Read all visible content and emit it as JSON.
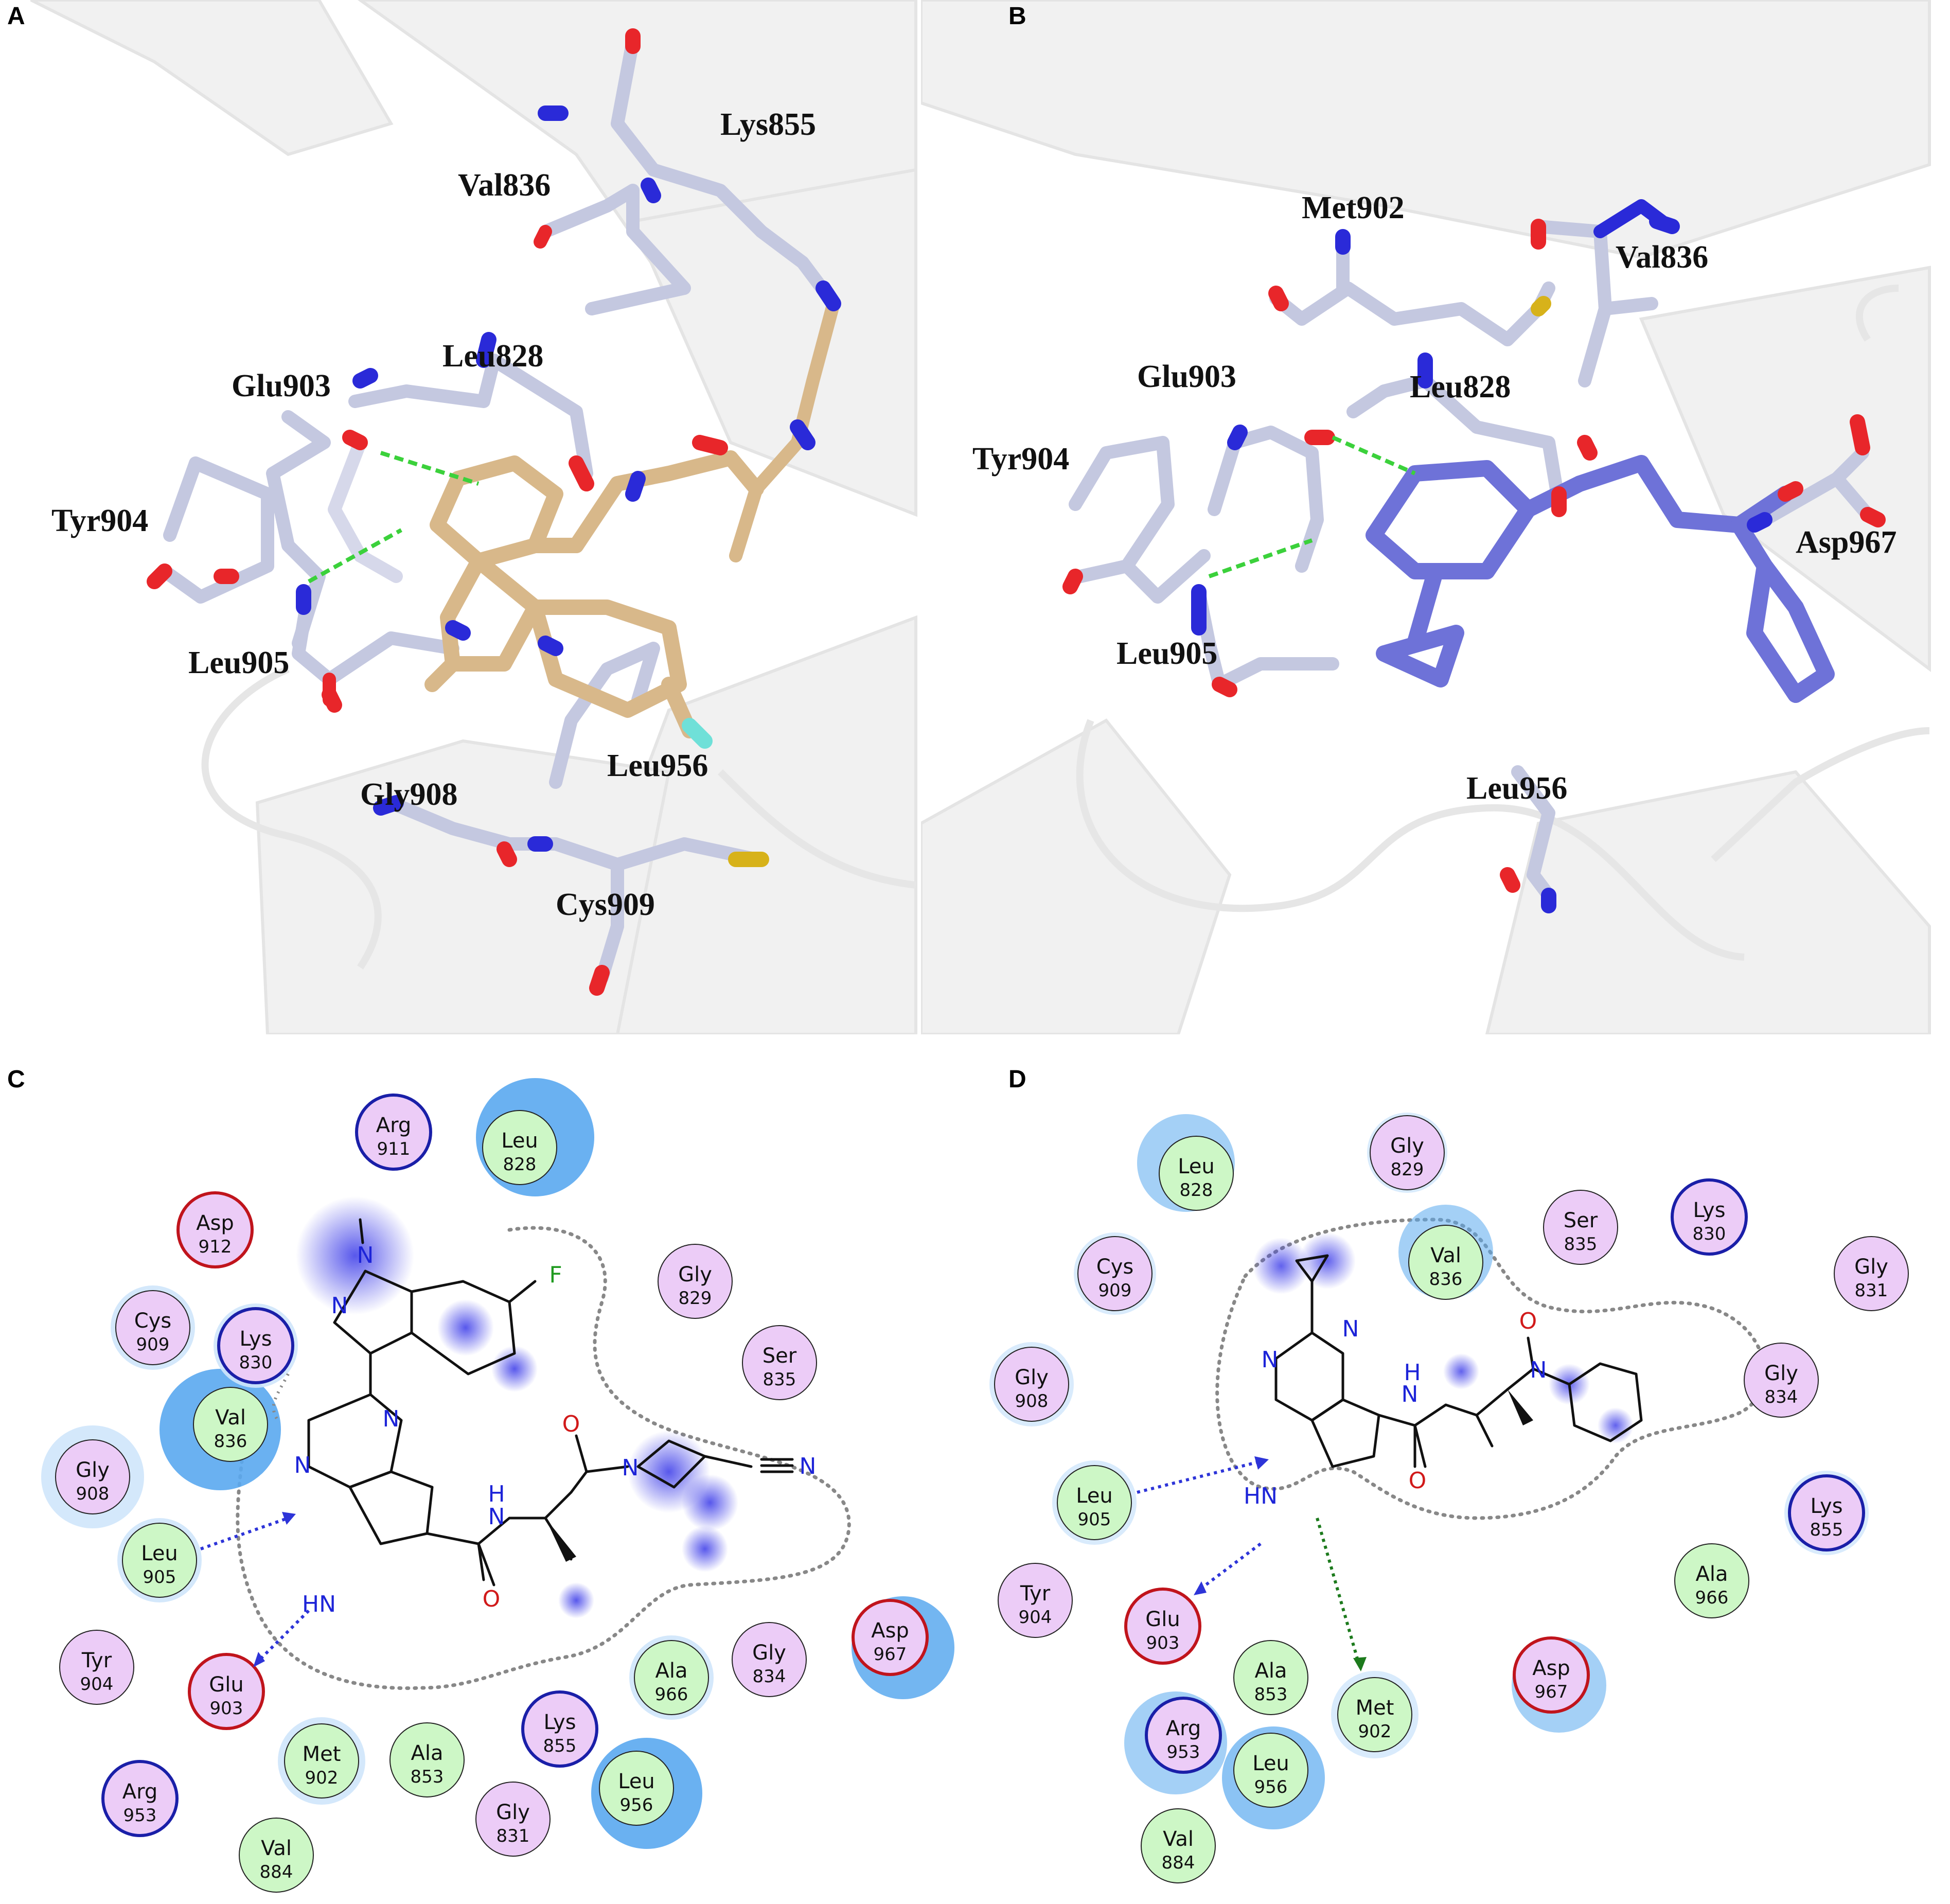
{
  "colors": {
    "hydrophobic": "#cdf7c6",
    "polar": "#ecccf7",
    "acidic_ring": "#c0141c",
    "basic_ring": "#1a1fa8",
    "exposure_halo": "#5aa9ef",
    "ligand_A": "#d8b88a",
    "ligand_B": "#6e72d8",
    "residue_carbon": "#c4c8e0",
    "oxygen": "#e8262a",
    "nitrogen": "#2a2ad8",
    "sulfur": "#d7b21a",
    "fluorine": "#6fe0d8",
    "hbond_3d": "#3bd13b",
    "hbond_2d": "#2d34d8",
    "hbond_2d_green": "#1c7a1c",
    "cartoon": "#eeeeee"
  },
  "panels": {
    "A": {
      "letter": "A",
      "labels": [
        "Lys855",
        "Val836",
        "Leu828",
        "Glu903",
        "Tyr904",
        "Leu905",
        "Leu956",
        "Gly908",
        "Cys909"
      ]
    },
    "B": {
      "letter": "B",
      "labels": [
        "Met902",
        "Val836",
        "Glu903",
        "Leu828",
        "Tyr904",
        "Asp967",
        "Leu905",
        "Leu956"
      ]
    },
    "C": {
      "letter": "C",
      "residues": [
        {
          "name": "Arg",
          "num": "911",
          "type": "polar",
          "ring": "basic"
        },
        {
          "name": "Leu",
          "num": "828",
          "type": "hydrophobic",
          "ring": "none"
        },
        {
          "name": "Asp",
          "num": "912",
          "type": "polar",
          "ring": "acidic"
        },
        {
          "name": "Cys",
          "num": "909",
          "type": "polar",
          "ring": "none"
        },
        {
          "name": "Lys",
          "num": "830",
          "type": "polar",
          "ring": "basic"
        },
        {
          "name": "Val",
          "num": "836",
          "type": "hydrophobic",
          "ring": "none"
        },
        {
          "name": "Gly",
          "num": "908",
          "type": "polar",
          "ring": "none"
        },
        {
          "name": "Gly",
          "num": "829",
          "type": "polar",
          "ring": "none"
        },
        {
          "name": "Ser",
          "num": "835",
          "type": "polar",
          "ring": "none"
        },
        {
          "name": "Leu",
          "num": "905",
          "type": "hydrophobic",
          "ring": "none"
        },
        {
          "name": "Tyr",
          "num": "904",
          "type": "polar",
          "ring": "none"
        },
        {
          "name": "Glu",
          "num": "903",
          "type": "polar",
          "ring": "acidic"
        },
        {
          "name": "Asp",
          "num": "967",
          "type": "polar",
          "ring": "acidic"
        },
        {
          "name": "Gly",
          "num": "834",
          "type": "polar",
          "ring": "none"
        },
        {
          "name": "Ala",
          "num": "966",
          "type": "hydrophobic",
          "ring": "none"
        },
        {
          "name": "Met",
          "num": "902",
          "type": "hydrophobic",
          "ring": "none"
        },
        {
          "name": "Ala",
          "num": "853",
          "type": "hydrophobic",
          "ring": "none"
        },
        {
          "name": "Lys",
          "num": "855",
          "type": "polar",
          "ring": "basic"
        },
        {
          "name": "Leu",
          "num": "956",
          "type": "hydrophobic",
          "ring": "none"
        },
        {
          "name": "Arg",
          "num": "953",
          "type": "polar",
          "ring": "basic"
        },
        {
          "name": "Val",
          "num": "884",
          "type": "hydrophobic",
          "ring": "none"
        },
        {
          "name": "Gly",
          "num": "831",
          "type": "polar",
          "ring": "none"
        }
      ],
      "atoms": [
        "N",
        "N",
        "F",
        "N",
        "N",
        "HN",
        "H",
        "N",
        "O",
        "O",
        "N",
        "N"
      ]
    },
    "D": {
      "letter": "D",
      "residues": [
        {
          "name": "Leu",
          "num": "828",
          "type": "hydrophobic",
          "ring": "none"
        },
        {
          "name": "Gly",
          "num": "829",
          "type": "polar",
          "ring": "none"
        },
        {
          "name": "Cys",
          "num": "909",
          "type": "polar",
          "ring": "none"
        },
        {
          "name": "Val",
          "num": "836",
          "type": "hydrophobic",
          "ring": "none"
        },
        {
          "name": "Ser",
          "num": "835",
          "type": "polar",
          "ring": "none"
        },
        {
          "name": "Lys",
          "num": "830",
          "type": "polar",
          "ring": "basic"
        },
        {
          "name": "Gly",
          "num": "831",
          "type": "polar",
          "ring": "none"
        },
        {
          "name": "Gly",
          "num": "908",
          "type": "polar",
          "ring": "none"
        },
        {
          "name": "Gly",
          "num": "834",
          "type": "polar",
          "ring": "none"
        },
        {
          "name": "Leu",
          "num": "905",
          "type": "hydrophobic",
          "ring": "none"
        },
        {
          "name": "Lys",
          "num": "855",
          "type": "polar",
          "ring": "basic"
        },
        {
          "name": "Tyr",
          "num": "904",
          "type": "polar",
          "ring": "none"
        },
        {
          "name": "Glu",
          "num": "903",
          "type": "polar",
          "ring": "acidic"
        },
        {
          "name": "Ala",
          "num": "966",
          "type": "hydrophobic",
          "ring": "none"
        },
        {
          "name": "Ala",
          "num": "853",
          "type": "hydrophobic",
          "ring": "none"
        },
        {
          "name": "Asp",
          "num": "967",
          "type": "polar",
          "ring": "acidic"
        },
        {
          "name": "Arg",
          "num": "953",
          "type": "polar",
          "ring": "basic"
        },
        {
          "name": "Met",
          "num": "902",
          "type": "hydrophobic",
          "ring": "none"
        },
        {
          "name": "Leu",
          "num": "956",
          "type": "hydrophobic",
          "ring": "none"
        },
        {
          "name": "Val",
          "num": "884",
          "type": "hydrophobic",
          "ring": "none"
        }
      ],
      "atoms": [
        "N",
        "N",
        "HN",
        "H",
        "N",
        "O",
        "O",
        "N"
      ]
    }
  }
}
